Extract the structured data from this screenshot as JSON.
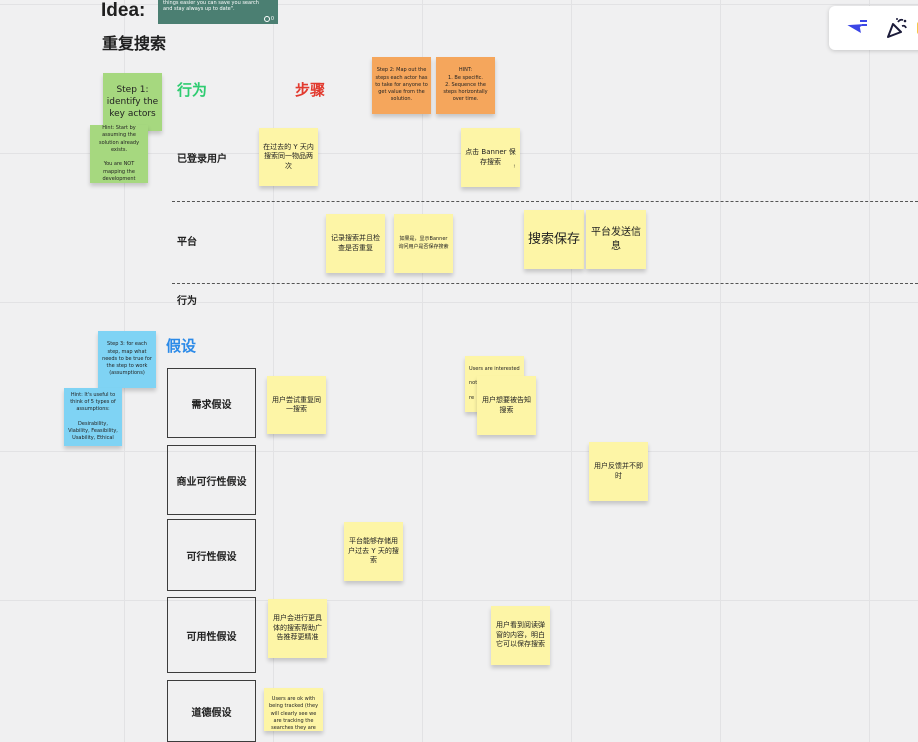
{
  "header": {
    "idea_label": "Idea:",
    "board_title": "重复搜索",
    "banner_text": "things easier you can save you search and stay always up to date\".",
    "banner_count": "0"
  },
  "toolbar": {
    "select_tool_icon": "cursor-arrow-icon",
    "celebrate_tool_icon": "party-popper-icon"
  },
  "lanes": {
    "actors_heading": "行为",
    "steps_heading": "步骤",
    "logged_in_user": "已登录用户",
    "platform": "平台",
    "actions": "行为",
    "assumptions_heading": "假设"
  },
  "guide_notes": {
    "step1": "Step 1: identify the key actors",
    "step1_hint": "Hint: Start by assuming the solution already exists.\n\nYou are NOT mapping the development",
    "step2": "Step 2: Map out the steps each actor has to take for anyone to get value from the solution.",
    "step2_hint": "HINT:\n1. Be specific.\n2. Sequence the steps horizontally over time.",
    "step3": "Step 3: for each step, map what needs to be true for the step to work (assumptions)",
    "step3_hint": "Hint: It's useful to think of 5 types of assumptions:\n\nDesirability, Viability, Feasibility, Usability, Ethical"
  },
  "assumption_types": {
    "desirability": "需求假设",
    "viability": "商业可行性假设",
    "feasibility": "可行性假设",
    "usability": "可用性假设",
    "ethical": "道德假设"
  },
  "stickies": {
    "user_search_twice": "在过去的 Y 天内搜索同一物品两次",
    "user_click_banner": "点击 Banner 保存搜索",
    "user_click_banner_mark": "!",
    "platform_record_search": "记录搜索并且检查是否重复",
    "platform_show_banner": "如果是，显示Banner 询问用户是否保存搜索",
    "platform_save_search": "搜索保存",
    "platform_send_message": "平台发送信息",
    "desire_repeat_search": "用户尝试重复同一搜索",
    "desire_interested_back": "Users are interested",
    "desire_interested_back_2": "not",
    "desire_interested_back_3": "re",
    "desire_want_notified": "用户想要被告知搜索",
    "viability_feedback": "用户反馈并不即时",
    "feasibility_store": "平台能够存储用户过去 Y 天的搜索",
    "usability_specific": "用户会进行更具体的搜索帮助广告推荐更精准",
    "usability_understand": "用户看到阅读弹窗的内容，明白它可以保存搜索",
    "ethical_tracked": "Users are ok with being tracked (they will clearly see we are tracking the searches they are"
  }
}
